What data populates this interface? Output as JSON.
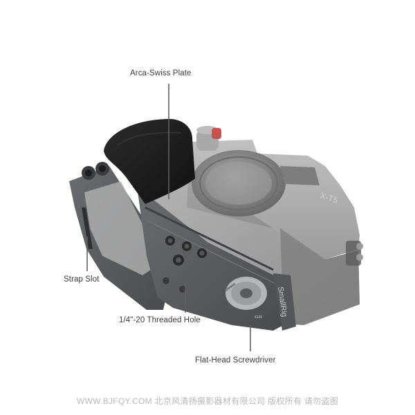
{
  "callouts": {
    "arca_swiss": "Arca-Swiss Plate",
    "strap_slot": "Strap Slot",
    "threaded_hole": "1/4\"-20 Threaded Hole",
    "screwdriver": "Flat-Head Screwdriver"
  },
  "product": {
    "engraving": "SmallRig",
    "body_badge": "X-T5",
    "model_code": "4135"
  },
  "watermark": "WWW.BJFQY.COM 北京风清扬摄影器材有限公司 版权所有 请勿盗图",
  "colors": {
    "cage_metal": "#5e5f63",
    "camera_body": "#8c8c8c",
    "grip_leather": "#1e1e1e",
    "accent_red": "#c8524e",
    "callout_line": "#606060"
  }
}
